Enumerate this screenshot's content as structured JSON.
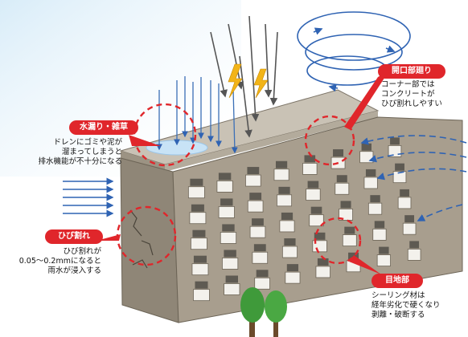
{
  "labels": {
    "roof": {
      "badge": "水漏り・雑草",
      "lines": [
        "ドレンにゴミや泥が",
        "溜まってしまうと",
        "排水機能が不十分になる"
      ]
    },
    "opening": {
      "badge": "開口部廻り",
      "lines": [
        "コーナー部では",
        "コンクリートが",
        "ひび割れしやすい"
      ]
    },
    "crack": {
      "badge": "ひび割れ",
      "lines": [
        "ひび割れが",
        "0.05～0.2mmになると",
        "雨水が浸入する"
      ]
    },
    "joint": {
      "badge": "目地部",
      "lines": [
        "シーリング材は",
        "経年劣化で硬くなり",
        "剥離・破断する"
      ]
    }
  },
  "colors": {
    "badge": "#e0262b",
    "dashed_circle": "#e0262b",
    "rain": "#3b6fb6",
    "wind": "#2f63b3",
    "building_front": "#a89e8e",
    "building_side": "#8f8677",
    "tree": "#3f9a3a"
  }
}
